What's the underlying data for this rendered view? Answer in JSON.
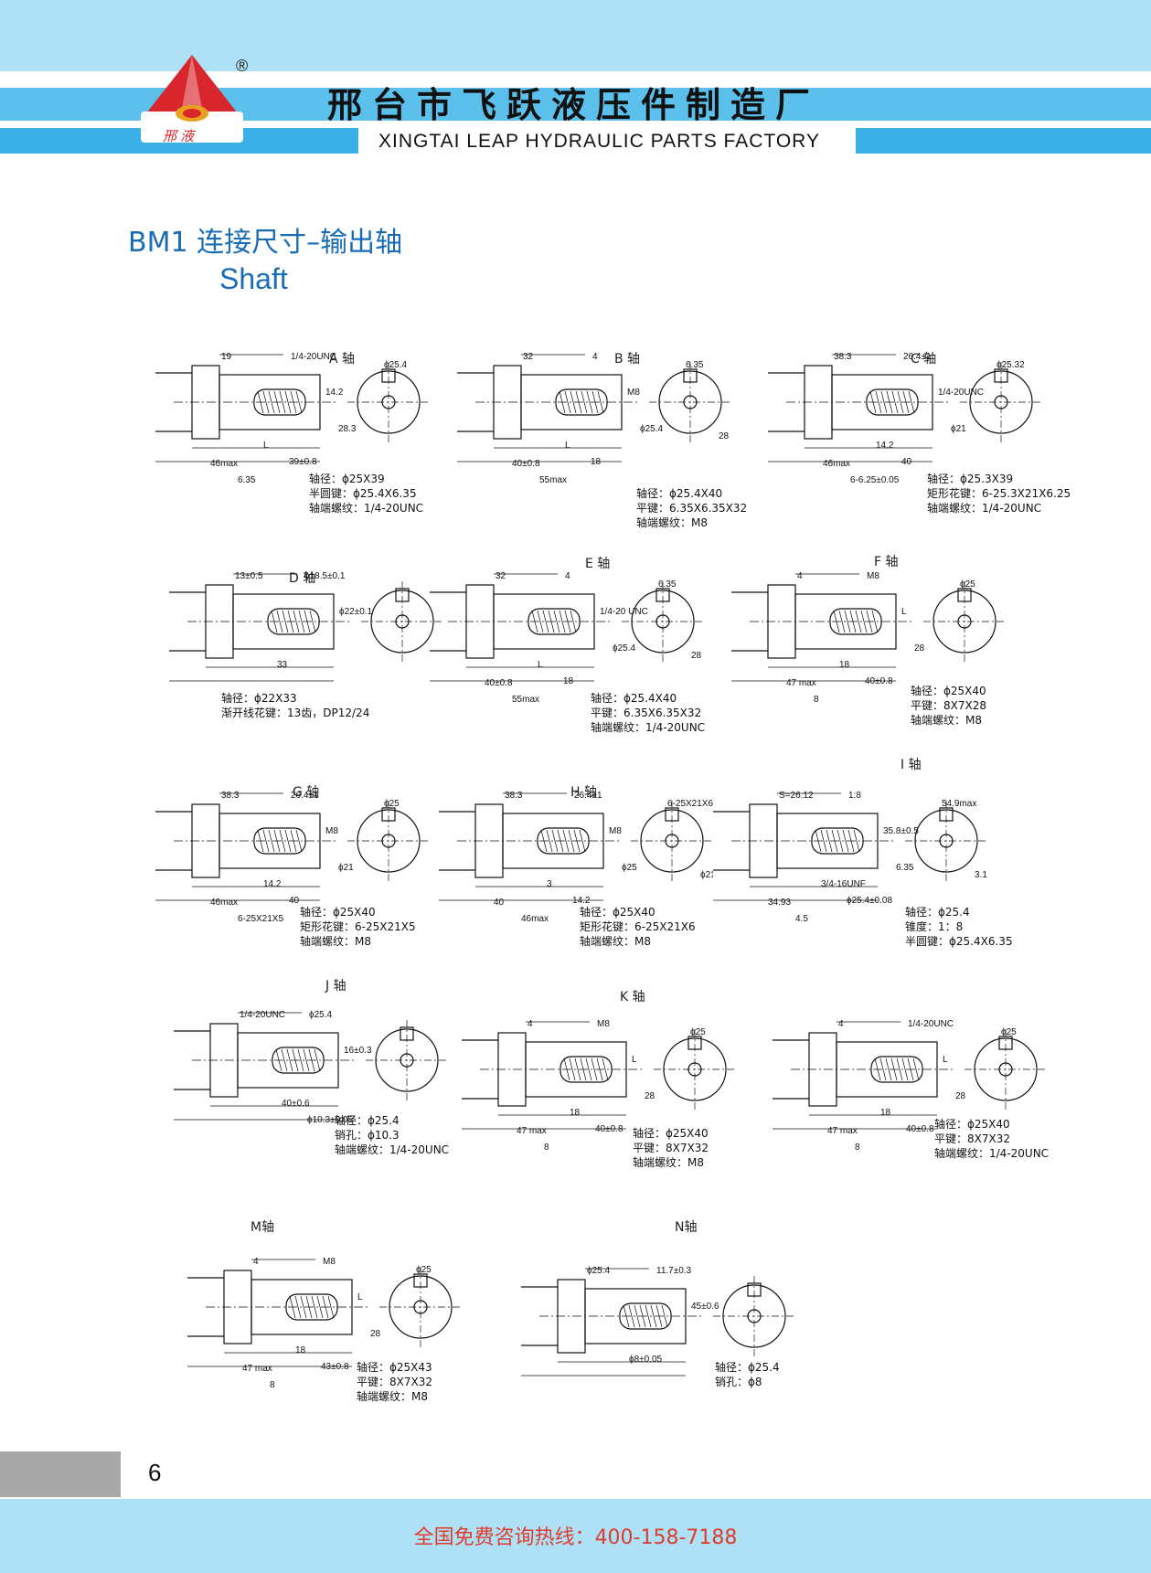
{
  "header": {
    "company_cn": "邢台市飞跃液压件制造厂",
    "company_en": "XINGTAI LEAP HYDRAULIC PARTS FACTORY",
    "logo_text": "邢 液",
    "registered_mark": "®"
  },
  "title": {
    "cn": "BM1 连接尺寸–输出轴",
    "en": "Shaft"
  },
  "panels": [
    {
      "id": "A",
      "label": "A 轴",
      "specs": [
        "轴径：ϕ25X39",
        "半圆键：ϕ25.4X6.35",
        "轴端螺纹：1/4-20UNC"
      ],
      "dims": [
        "19",
        "1/4-20UNC",
        "14.2",
        "L",
        "39±0.8",
        "46max",
        "6.35",
        "ϕ25.4",
        "28.3"
      ]
    },
    {
      "id": "B",
      "label": "B 轴",
      "specs": [
        "轴径：ϕ25.4X40",
        "平键：6.35X6.35X32",
        "轴端螺纹：M8"
      ],
      "dims": [
        "32",
        "4",
        "M8",
        "L",
        "18",
        "40±0.8",
        "55max",
        "6.35",
        "ϕ25.4",
        "28"
      ]
    },
    {
      "id": "C",
      "label": "C 轴",
      "specs": [
        "轴径：ϕ25.3X39",
        "矩形花键：6-25.3X21X6.25",
        "轴端螺纹：1/4-20UNC"
      ],
      "dims": [
        "38.3",
        "26.4±1",
        "1/4-20UNC",
        "14.2",
        "40",
        "46max",
        "6-6.25±0.05",
        "ϕ25.32",
        "ϕ21"
      ]
    },
    {
      "id": "D",
      "label": "D 轴",
      "specs": [
        "轴径：ϕ22X33",
        "渐开线花键：13齿，DP12/24"
      ],
      "dims": [
        "13±0.5",
        "ϕ18.5±0.1",
        "ϕ22±0.1",
        "33"
      ]
    },
    {
      "id": "E",
      "label": "E 轴",
      "specs": [
        "轴径：ϕ25.4X40",
        "平键：6.35X6.35X32",
        "轴端螺纹：1/4-20UNC"
      ],
      "dims": [
        "32",
        "4",
        "1/4-20 UNC",
        "L",
        "18",
        "40±0.8",
        "55max",
        "6.35",
        "ϕ25.4",
        "28"
      ]
    },
    {
      "id": "F",
      "label": "F 轴",
      "specs": [
        "轴径：ϕ25X40",
        "平键：8X7X28",
        "轴端螺纹：M8"
      ],
      "dims": [
        "4",
        "M8",
        "L",
        "18",
        "40±0.8",
        "47 max",
        "8",
        "ϕ25",
        "28"
      ]
    },
    {
      "id": "G",
      "label": "G 轴",
      "specs": [
        "轴径：ϕ25X40",
        "矩形花键：6-25X21X5",
        "轴端螺纹：M8"
      ],
      "dims": [
        "38.3",
        "26.4±1",
        "M8",
        "14.2",
        "40",
        "46max",
        "6-25X21X5",
        "ϕ25",
        "ϕ21"
      ]
    },
    {
      "id": "H",
      "label": "H 轴",
      "specs": [
        "轴径：ϕ25X40",
        "矩形花键：6-25X21X6",
        "轴端螺纹：M8"
      ],
      "dims": [
        "38.3",
        "26.4±1",
        "M8",
        "3",
        "14.2",
        "40",
        "46max",
        "6-25X21X6",
        "ϕ25",
        "ϕ21"
      ]
    },
    {
      "id": "I",
      "label": "I 轴",
      "specs": [
        "轴径：ϕ25.4",
        "锥度：1：8",
        "半圆键：ϕ25.4X6.35"
      ],
      "dims": [
        "S=26.12",
        "1:8",
        "35.8±0.5",
        "3/4-16UNF",
        "ϕ25.4±0.08",
        "34.93",
        "4.5",
        "54.9max",
        "6.35",
        "3.1±0.2"
      ]
    },
    {
      "id": "J",
      "label": "J 轴",
      "specs": [
        "轴径：ϕ25.4",
        "销孔：ϕ10.3",
        "轴端螺纹：1/4-20UNC"
      ],
      "dims": [
        "1/4-20UNC",
        "ϕ25.4",
        "16±0.3",
        "40±0.6",
        "ϕ10.3±0.05"
      ]
    },
    {
      "id": "K",
      "label": "K 轴",
      "specs": [
        "轴径：ϕ25X40",
        "平键：8X7X32",
        "轴端螺纹：M8"
      ],
      "dims": [
        "4",
        "M8",
        "L",
        "18",
        "40±0.8",
        "47 max",
        "8",
        "ϕ25",
        "28"
      ]
    },
    {
      "id": "L",
      "label": "",
      "specs": [
        "轴径：ϕ25X40",
        "平键：8X7X32",
        "轴端螺纹：1/4-20UNC"
      ],
      "dims": [
        "4",
        "1/4-20UNC",
        "L",
        "18",
        "40±0.8",
        "47 max",
        "8",
        "ϕ25",
        "28"
      ]
    },
    {
      "id": "M",
      "label": "M轴",
      "specs": [
        "轴径：ϕ25X43",
        "平键：8X7X32",
        "轴端螺纹：M8"
      ],
      "dims": [
        "4",
        "M8",
        "L",
        "18",
        "43±0.8",
        "47 max",
        "8",
        "ϕ25",
        "28"
      ]
    },
    {
      "id": "N",
      "label": "N轴",
      "specs": [
        "轴径：ϕ25.4",
        "销孔：ϕ8"
      ],
      "dims": [
        "ϕ25.4",
        "11.7±0.3",
        "45±0.6",
        "ϕ8±0.05"
      ]
    }
  ],
  "page_number": "6",
  "footer": {
    "hotline": "全国免费咨询热线：400-158-7188"
  },
  "colors": {
    "accent_blue": "#1a6cb5",
    "band_light": "#aee1f5",
    "band_mid": "#5cc0ec",
    "hotline_red": "#e03c2c"
  }
}
